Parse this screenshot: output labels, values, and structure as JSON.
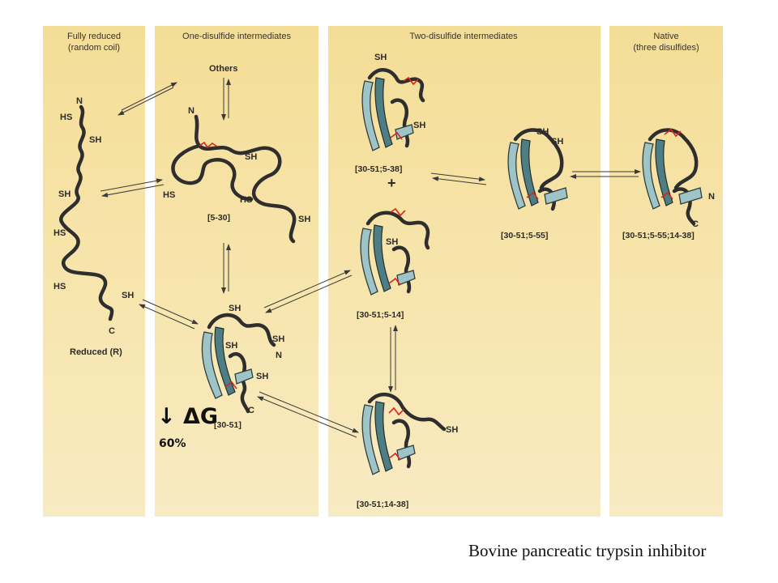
{
  "panels": {
    "reduced": {
      "title_line1": "Fully reduced",
      "title_line2": "(random coil)"
    },
    "one": {
      "title": "One-disulfide intermediates"
    },
    "two": {
      "title": "Two-disulfide intermediates"
    },
    "native": {
      "title_line1": "Native",
      "title_line2": "(three disulfides)"
    }
  },
  "reduced_chain": {
    "n": "N",
    "c": "C",
    "hs1": "HS",
    "sh1": "SH",
    "sh2": "SH",
    "hs2": "HS",
    "hs3": "HS",
    "sh3": "SH",
    "label": "Reduced (R)"
  },
  "others": "Others",
  "i530": {
    "n": "N",
    "sh1": "SH",
    "hs1": "HS",
    "hs2": "HS",
    "sh2": "SH",
    "code": "[5-30]"
  },
  "i3051": {
    "sh1": "SH",
    "sh2": "SH",
    "sh3": "SH",
    "sh4": "SH",
    "n": "N",
    "c": "C",
    "code": "[30-51]"
  },
  "two_538": {
    "sh1": "SH",
    "sh2": "SH",
    "code": "[30-51;5-38]"
  },
  "plus": "+",
  "two_514": {
    "sh1": "SH",
    "code": "[30-51;5-14]"
  },
  "two_1438": {
    "sh1": "SH",
    "code": "[30-51;14-38]"
  },
  "two_555": {
    "sh1": "SH",
    "sh2": "SH",
    "code": "[30-51;5-55]"
  },
  "native_fold": {
    "n": "N",
    "c": "C",
    "code": "[30-51;5-55;14-38]"
  },
  "delta_g": "↓ ΔG",
  "percent": "60%",
  "caption": "Bovine pancreatic trypsin inhibitor",
  "colors": {
    "panel_bg": "#f6e3a4",
    "disulfide": "#d8261c",
    "ribbon": "#9fc4c8"
  }
}
